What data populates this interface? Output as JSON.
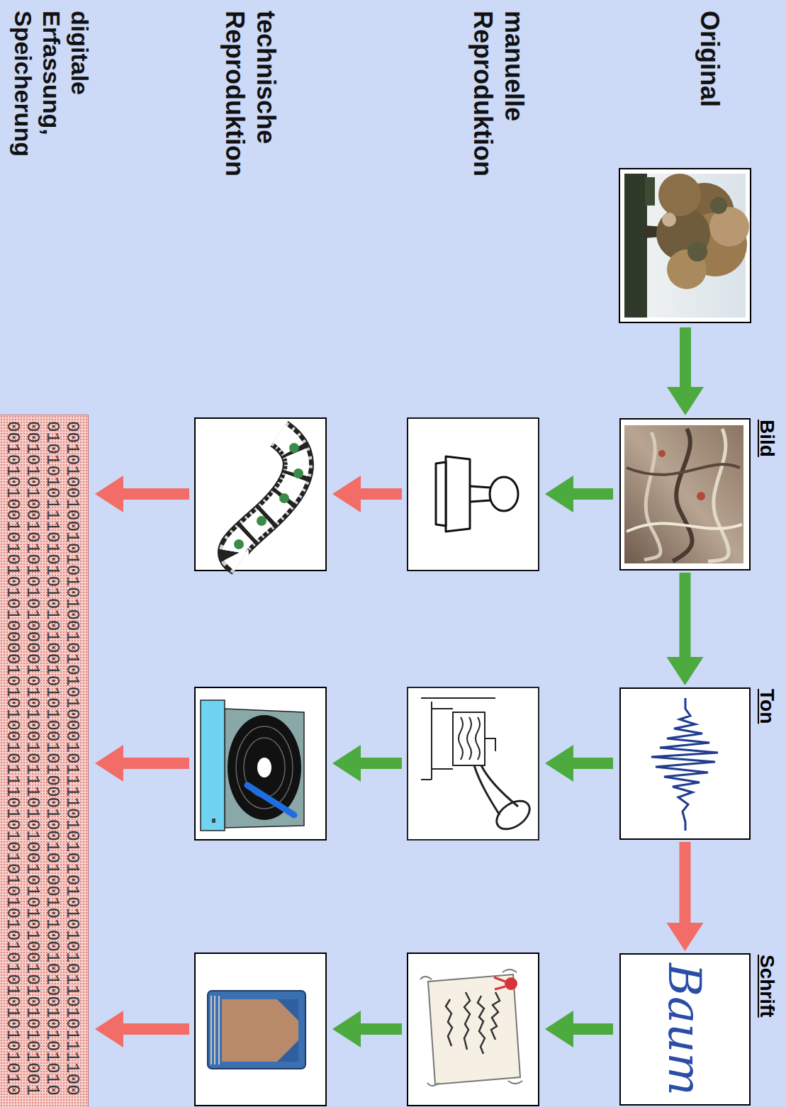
{
  "diagram": {
    "nodes": [
      {
        "text": [
          "Bild"
        ]
      },
      {
        "text": [
          "Ton"
        ]
      },
      {
        "text": [
          "Schrift",
          "Baum"
        ]
      },
      {
        "text": [
          "0010100100101010100101010100010111101010101010101011010111100 0101010111010101010100101010010100010010100101001010010101010 0010101001010101010000101010010111010100101010100101010101001 0010101001010101010000101010010111010101010101010101010101010"
        ]
      }
    ],
    "edges": [
      {
        "from": 0,
        "to": 1,
        "arrow": "to"
      },
      {
        "from": 1,
        "to": 2,
        "arrow": "to"
      }
    ],
    "labels": [
      "Original",
      "manuelle Reproduktion",
      "technische Reproduktion",
      "digitale Erfassung, Speicherung"
    ]
  }
}
